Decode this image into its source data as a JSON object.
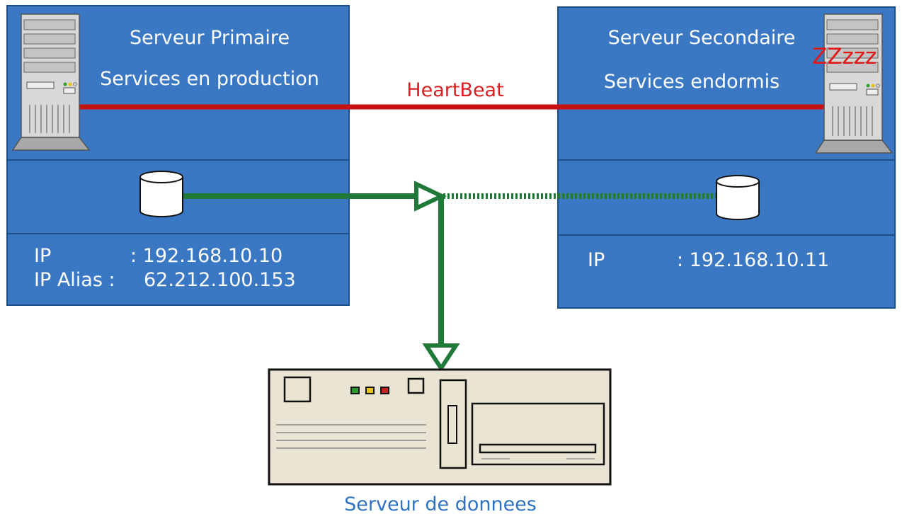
{
  "primary": {
    "title": "Serveur Primaire",
    "subtitle": "Services en production",
    "ip_label": "IP",
    "ip_value": ": 192.168.10.10",
    "alias_label": "IP Alias :",
    "alias_value": "62.212.100.153"
  },
  "secondary": {
    "title": "Serveur Secondaire",
    "subtitle": "Services endormis",
    "ip_label": "IP",
    "ip_value": ": 192.168.10.11",
    "sleep_text": "ZZzzz"
  },
  "heartbeat_label": "HeartBeat",
  "data_server_label": "Serveur de donnees",
  "colors": {
    "panel": "#3a78c4",
    "panel_border": "#1d4f8c",
    "heartbeat": "#c81010",
    "data_link": "#1f7a3a",
    "machine": "#e9e4d4"
  },
  "icons": [
    "server-tower-icon",
    "disk-icon",
    "data-server-icon"
  ]
}
